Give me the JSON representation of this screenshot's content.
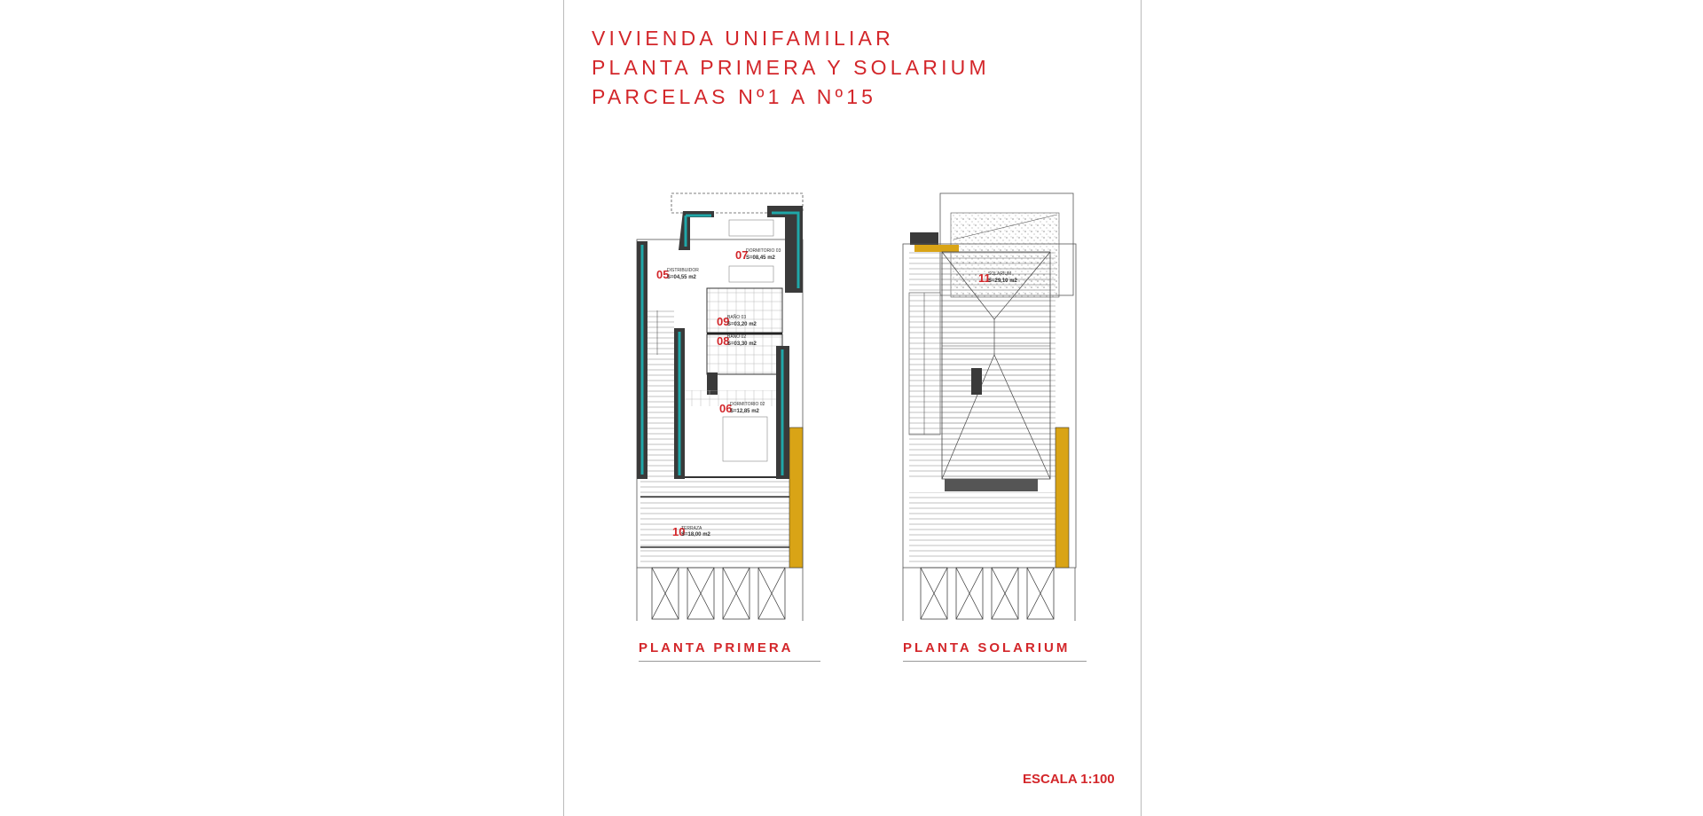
{
  "header": {
    "line1": "VIVIENDA UNIFAMILIAR",
    "line2": "PLANTA PRIMERA Y SOLARIUM",
    "line3": "PARCELAS Nº1 A Nº15"
  },
  "colors": {
    "accent_red": "#d3262a",
    "wall_teal": "#1fa7a8",
    "wall_dark": "#3a3a3a",
    "gold": "#d9a416"
  },
  "plans": {
    "primera": {
      "caption": "PLANTA PRIMERA",
      "rooms": [
        {
          "num": "05",
          "name": "DISTRIBUIDOR",
          "area": "S=04,55 m2"
        },
        {
          "num": "07",
          "name": "DORMITORIO 03",
          "area": "S=08,45 m2"
        },
        {
          "num": "09",
          "name": "BAÑO 03",
          "area": "S=03,20 m2"
        },
        {
          "num": "08",
          "name": "BAÑO 02",
          "area": "S=03,30 m2"
        },
        {
          "num": "06",
          "name": "DORMITORIO 02",
          "area": "S=12,85 m2"
        },
        {
          "num": "10",
          "name": "TERRAZA",
          "area": "S=18,00 m2"
        }
      ]
    },
    "solarium": {
      "caption": "PLANTA SOLARIUM",
      "rooms": [
        {
          "num": "11",
          "name": "SOLARIUM",
          "area": "S=29,10 m2"
        }
      ]
    }
  },
  "footer": {
    "scale": "ESCALA 1:100"
  }
}
